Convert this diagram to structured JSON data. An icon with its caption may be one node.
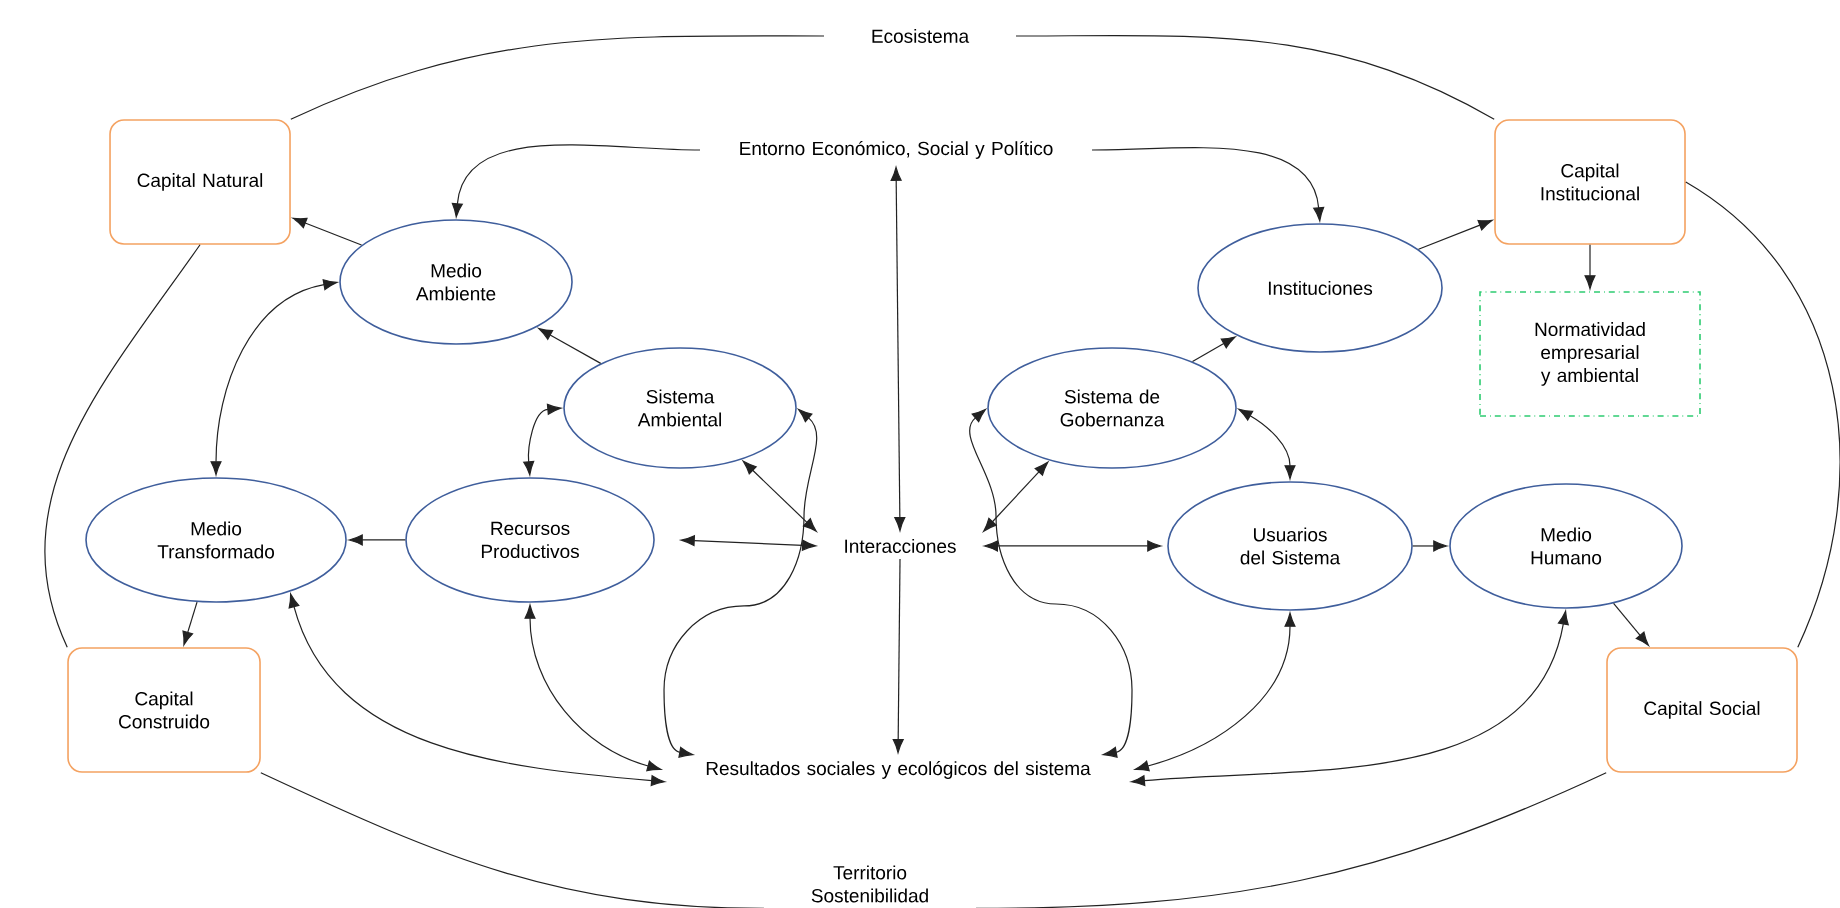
{
  "diagram": {
    "nodes": [
      {
        "text": [
          "Ecosistema"
        ]
      },
      {
        "text": [
          "Capital Natural"
        ]
      },
      {
        "text": [
          "Entorno Económico, Social y Político"
        ]
      },
      {
        "text": [
          "Capital Institucional"
        ]
      },
      {
        "text": [
          "Medio Ambiente"
        ]
      },
      {
        "text": [
          "Instituciones"
        ]
      },
      {
        "text": [
          "Normatividad empresarial y ambiental"
        ]
      },
      {
        "text": [
          "Sistema Ambiental"
        ]
      },
      {
        "text": [
          "Sistema de Gobernanza"
        ]
      },
      {
        "text": [
          "Medio Transformado"
        ]
      },
      {
        "text": [
          "Recursos Productivos"
        ]
      },
      {
        "text": [
          "Interacciones"
        ]
      },
      {
        "text": [
          "Usuarios del Sistema"
        ]
      },
      {
        "text": [
          "Medio Humano"
        ]
      },
      {
        "text": [
          "Capital Construido"
        ]
      },
      {
        "text": [
          "Capital Social"
        ]
      },
      {
        "text": [
          "Resultados sociales y ecológicos del sistema"
        ]
      },
      {
        "text": [
          "Territorio",
          "Sostenibilidad"
        ]
      }
    ],
    "edges": [
      {
        "from": 0,
        "to": 1,
        "arrow": "none"
      },
      {
        "from": 0,
        "to": 3,
        "arrow": "none"
      },
      {
        "from": 1,
        "to": 14,
        "arrow": "none"
      },
      {
        "from": 3,
        "to": 15,
        "arrow": "none"
      },
      {
        "from": 14,
        "to": 17,
        "arrow": "none"
      },
      {
        "from": 15,
        "to": 17,
        "arrow": "none"
      },
      {
        "from": 2,
        "to": 4,
        "arrow": "to"
      },
      {
        "from": 2,
        "to": 5,
        "arrow": "to"
      },
      {
        "from": 2,
        "to": 11,
        "arrow": "both"
      },
      {
        "from": 4,
        "to": 1,
        "arrow": "to"
      },
      {
        "from": 7,
        "to": 4,
        "arrow": "to"
      },
      {
        "from": 4,
        "to": 9,
        "arrow": "both"
      },
      {
        "from": 7,
        "to": 10,
        "arrow": "both"
      },
      {
        "from": 10,
        "to": 9,
        "arrow": "to"
      },
      {
        "from": 9,
        "to": 14,
        "arrow": "to"
      },
      {
        "from": 7,
        "to": 11,
        "arrow": "both"
      },
      {
        "from": 7,
        "to": 16,
        "arrow": "both"
      },
      {
        "from": 10,
        "to": 11,
        "arrow": "both"
      },
      {
        "from": 11,
        "to": 16,
        "arrow": "to"
      },
      {
        "from": 16,
        "to": 9,
        "arrow": "both"
      },
      {
        "from": 16,
        "to": 10,
        "arrow": "both"
      },
      {
        "from": 5,
        "to": 3,
        "arrow": "to"
      },
      {
        "from": 3,
        "to": 6,
        "arrow": "to"
      },
      {
        "from": 8,
        "to": 5,
        "arrow": "to"
      },
      {
        "from": 8,
        "to": 12,
        "arrow": "both"
      },
      {
        "from": 8,
        "to": 11,
        "arrow": "both"
      },
      {
        "from": 8,
        "to": 16,
        "arrow": "both"
      },
      {
        "from": 11,
        "to": 12,
        "arrow": "both"
      },
      {
        "from": 12,
        "to": 13,
        "arrow": "to"
      },
      {
        "from": 13,
        "to": 15,
        "arrow": "to"
      },
      {
        "from": 16,
        "to": 12,
        "arrow": "both"
      },
      {
        "from": 16,
        "to": 13,
        "arrow": "both"
      }
    ]
  }
}
